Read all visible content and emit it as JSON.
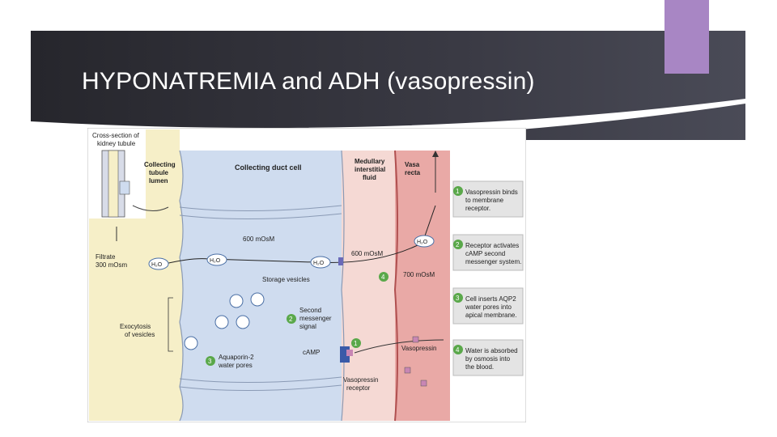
{
  "slide": {
    "title": "HYPONATREMIA and ADH (vasopressin)",
    "accent_color": "#a886c4",
    "band_color": "#2e2e36"
  },
  "figure": {
    "inset_label_1": "Cross-section of",
    "inset_label_2": "kidney tubule",
    "lumen_label_1": "Collecting",
    "lumen_label_2": "tubule",
    "lumen_label_3": "lumen",
    "cell_label": "Collecting duct cell",
    "interstitial_label_1": "Medullary",
    "interstitial_label_2": "interstitial",
    "interstitial_label_3": "fluid",
    "vasa_label_1": "Vasa",
    "vasa_label_2": "recta",
    "filtrate_label_1": "Filtrate",
    "filtrate_label_2": "300 mOsm",
    "osm_cell": "600 mOsM",
    "osm_interstitial": "600 mOsM",
    "osm_blood": "700 mOsM",
    "h2o": "H₂O",
    "storage_vesicles": "Storage vesicles",
    "second_messenger_1": "Second",
    "second_messenger_2": "messenger",
    "second_messenger_3": "signal",
    "exocytosis_1": "Exocytosis",
    "exocytosis_2": "of vesicles",
    "aquaporin_1": "Aquaporin-2",
    "aquaporin_2": "water pores",
    "camp": "cAMP",
    "receptor_1": "Vasopressin",
    "receptor_2": "receptor",
    "vasopressin": "Vasopressin",
    "steps": [
      {
        "num": "1",
        "l1": "Vasopressin binds",
        "l2": "to membrane",
        "l3": "receptor.",
        "l4": ""
      },
      {
        "num": "2",
        "l1": "Receptor activates",
        "l2": "cAMP second",
        "l3": "messenger system.",
        "l4": ""
      },
      {
        "num": "3",
        "l1": "Cell inserts AQP2",
        "l2": "water pores into",
        "l3": "apical membrane.",
        "l4": ""
      },
      {
        "num": "4",
        "l1": "Water is absorbed",
        "l2": "by osmosis into",
        "l3": "the blood.",
        "l4": ""
      }
    ],
    "colors": {
      "lumen": "#f6efc8",
      "cell": "#cfdcef",
      "interstitial": "#f5d9d4",
      "vasa": "#e9a9a6",
      "step_box": "#e4e4e4",
      "step_badge": "#5aa84a"
    }
  }
}
